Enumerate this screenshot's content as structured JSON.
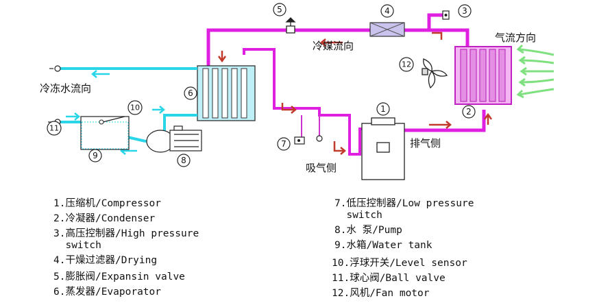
{
  "labels": {
    "refrigerant_flow": "冷媒流向",
    "air_flow": "气流方向",
    "chilled_water_flow": "冷冻水流向",
    "discharge_side": "排气侧",
    "suction_side": "吸气侧"
  },
  "markers": [
    "1",
    "2",
    "3",
    "4",
    "5",
    "6",
    "7",
    "8",
    "9",
    "10",
    "11",
    "12"
  ],
  "legend": {
    "left": [
      "1.压缩机/Compressor",
      "2.冷凝器/Condenser",
      "3.高压控制器/High pressure",
      "  switch",
      "4.干燥过滤器/Drying",
      "5.膨胀阀/Expansin valve",
      "6.蒸发器/Evaporator"
    ],
    "right": [
      "7.低压控制器/Low pressure",
      "  switch",
      "8.水 泵/Pump",
      "9.水箱/Water tank",
      "10.浮球开关/Level sensor",
      "11.球心阀/Ball valve",
      "12.风机/Fan motor"
    ]
  },
  "colors": {
    "refrigerant_pipe": "#e020e0",
    "water_pipe": "#29d6e8",
    "arrow": "#c0392b",
    "air_arrow": "#7ee07e",
    "condenser_fill": "#f3b6f3",
    "evaporator_fill": "#bfeff7"
  }
}
